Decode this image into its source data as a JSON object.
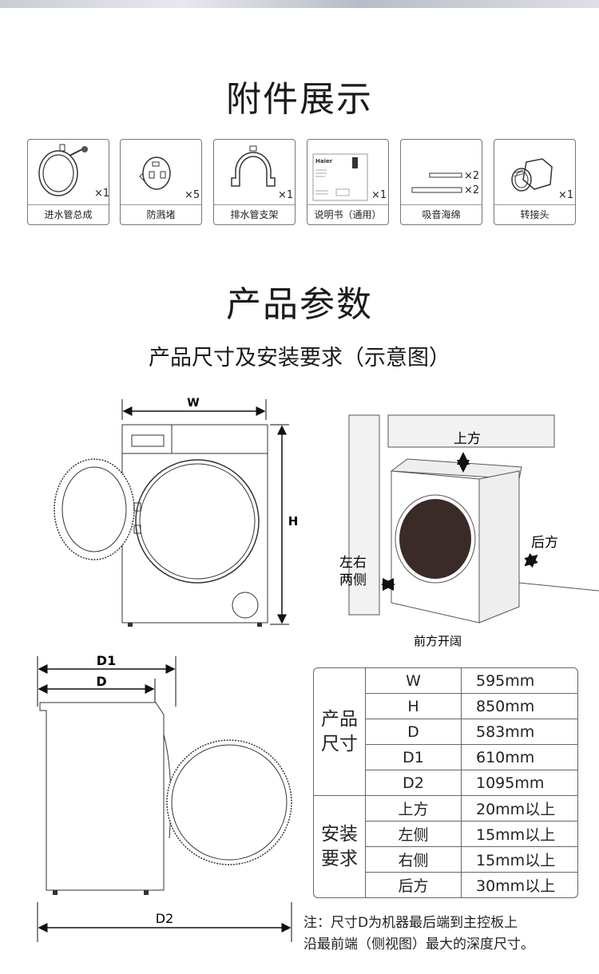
{
  "accessories": {
    "title": "附件展示",
    "items": [
      {
        "name": "进水管总成",
        "qty": "×1"
      },
      {
        "name": "防溅堵",
        "qty": "×5"
      },
      {
        "name": "排水管支架",
        "qty": "×1"
      },
      {
        "name": "说明书（通用）",
        "qty": "×1",
        "logo": "Haier"
      },
      {
        "name": "吸音海绵",
        "qty": "×2",
        "qty2": "×2"
      },
      {
        "name": "转接头",
        "qty": "×1"
      }
    ]
  },
  "params": {
    "title": "产品参数",
    "subtitle": "产品尺寸及安装要求（示意图）"
  },
  "diagram": {
    "w": "W",
    "h": "H",
    "d1": "D1",
    "d": "D",
    "d2": "D2",
    "top": "上方",
    "back": "后方",
    "sides_line1": "左右",
    "sides_line2": "两侧",
    "front": "前方开阔"
  },
  "spec_table": {
    "size_group": [
      "产品",
      "尺寸"
    ],
    "install_group": [
      "安装",
      "要求"
    ],
    "size_rows": [
      {
        "k": "W",
        "v": "595mm"
      },
      {
        "k": "H",
        "v": "850mm"
      },
      {
        "k": "D",
        "v": "583mm"
      },
      {
        "k": "D1",
        "v": "610mm"
      },
      {
        "k": "D2",
        "v": "1095mm"
      }
    ],
    "install_rows": [
      {
        "k": "上方",
        "v": "20mm以上"
      },
      {
        "k": "左侧",
        "v": "15mm以上"
      },
      {
        "k": "右侧",
        "v": "15mm以上"
      },
      {
        "k": "后方",
        "v": "30mm以上"
      }
    ]
  },
  "note": {
    "line1": "注：尺寸D为机器最后端到主控板上",
    "line2": "沿最前端（侧视图）最大的深度尺寸。"
  }
}
